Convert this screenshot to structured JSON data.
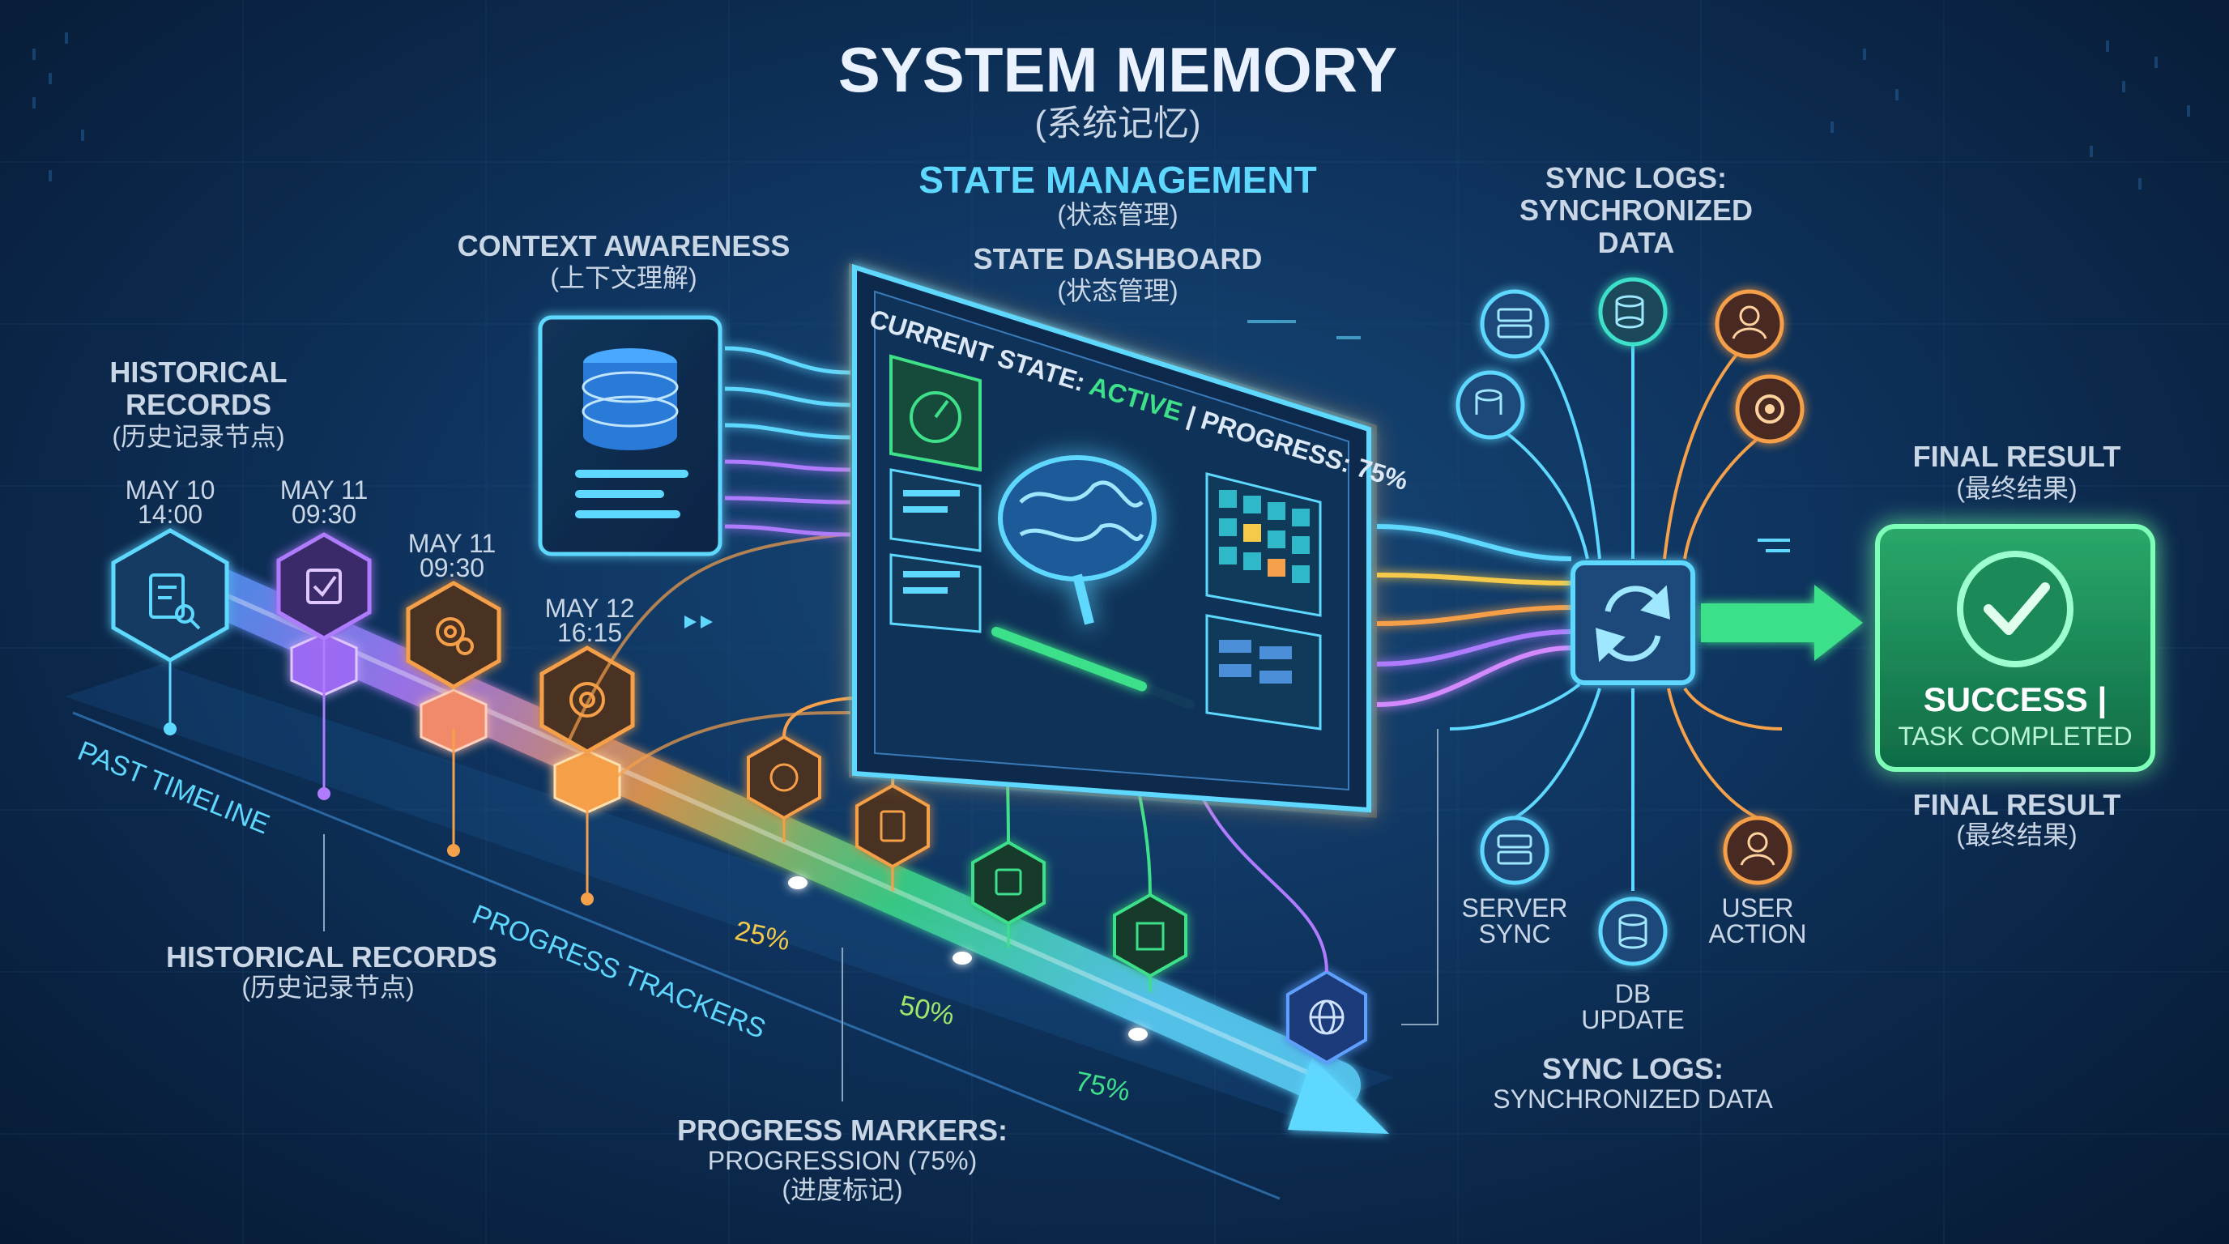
{
  "header": {
    "title": "SYSTEM MEMORY",
    "subtitle": "(系统记忆)"
  },
  "state_management": {
    "title": "STATE MANAGEMENT",
    "subtitle": "(状态管理)"
  },
  "context_awareness": {
    "title": "CONTEXT AWARENESS",
    "subtitle": "(上下文理解)"
  },
  "state_dashboard": {
    "title": "STATE DASHBOARD",
    "subtitle": "(状态管理)",
    "status_prefix": "CURRENT STATE: ",
    "status_value": "ACTIVE",
    "progress_label": "| PROGRESS: 75%",
    "progress_fraction": 0.75
  },
  "sync_logs_top": {
    "line1": "SYNC LOGS:",
    "line2": "SYNCHRONIZED",
    "line3": "DATA"
  },
  "historical_records_top": {
    "line1": "HISTORICAL",
    "line2": "RECORDS",
    "line3": "(历史记录节点)"
  },
  "timestamps": [
    {
      "date": "MAY 10",
      "time": "14:00"
    },
    {
      "date": "MAY 11",
      "time": "09:30"
    },
    {
      "date": "MAY 11",
      "time": "09:30"
    },
    {
      "date": "MAY 12",
      "time": "16:15"
    }
  ],
  "timeline": {
    "past_label": "PAST TIMELINE",
    "progress_label": "PROGRESS TRACKERS",
    "markers": [
      "25%",
      "50%",
      "75%"
    ]
  },
  "historical_records_bottom": {
    "title": "HISTORICAL RECORDS",
    "subtitle": "(历史记录节点)"
  },
  "progress_markers": {
    "line1": "PROGRESS MARKERS:",
    "line2": "PROGRESSION (75%)",
    "line3": "(进度标记)"
  },
  "sync_nodes": {
    "server_sync": {
      "line1": "SERVER",
      "line2": "SYNC"
    },
    "db_update": {
      "line1": "DB",
      "line2": "UPDATE"
    },
    "user_action": {
      "line1": "USER",
      "line2": "ACTION"
    }
  },
  "sync_logs_bottom": {
    "title": "SYNC LOGS:",
    "subtitle": "SYNCHRONIZED DATA"
  },
  "final_result_top": {
    "title": "FINAL RESULT",
    "subtitle": "(最终结果)"
  },
  "success_card": {
    "title": "SUCCESS |",
    "subtitle": "TASK COMPLETED"
  },
  "final_result_bottom": {
    "title": "FINAL RESULT",
    "subtitle": "(最终结果)"
  },
  "colors": {
    "cyan": "#5fd8ff",
    "orange": "#f5a04a",
    "purple": "#b07cff",
    "green": "#3ee08a",
    "yellow": "#ffd34a"
  },
  "icons": [
    "document-search-icon",
    "checkbox-icon",
    "gear-check-icon",
    "gear-icon",
    "database-icon",
    "brain-icon",
    "gauge-icon",
    "sync-icon",
    "check-circle-icon",
    "server-icon",
    "user-icon",
    "globe-icon",
    "clipboard-icon",
    "chart-icon"
  ]
}
